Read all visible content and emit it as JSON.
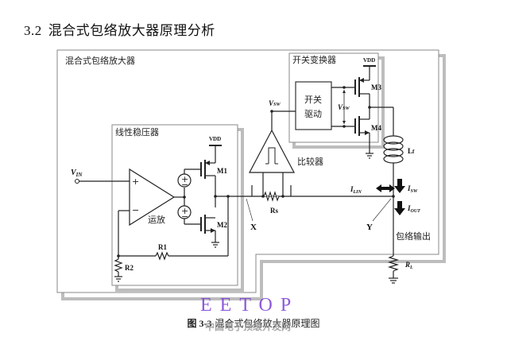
{
  "heading": {
    "number": "3.2",
    "title": "混合式包络放大器原理分析"
  },
  "blocks": {
    "outer": "混合式包络放大器",
    "linear_regulator": "线性稳压器",
    "switching_converter": "开关变换器",
    "switch_driver_line1": "开关",
    "switch_driver_line2": "驱动",
    "comparator": "比较器",
    "opamp": "运放",
    "envelope_output": "包络输出"
  },
  "labels": {
    "vin": "V",
    "vin_sub": "IN",
    "vdd_top": "VDD",
    "vdd_lin": "VDD",
    "m1": "M1",
    "m2": "M2",
    "m3": "M3",
    "m4": "M4",
    "r1": "R1",
    "r2": "R2",
    "rs": "Rs",
    "rl": "R",
    "rl_sub": "L",
    "lf": "L",
    "lf_sub": "f",
    "vsw_comp": "V",
    "vsw_comp_sub": "SW",
    "vsw_gate": "V",
    "vsw_gate_sub": "SW",
    "ilin": "I",
    "ilin_sub": "LIN",
    "isw": "I",
    "isw_sub": "SW",
    "iout": "I",
    "iout_sub": "OUT",
    "node_x": "X",
    "node_y": "Y",
    "plus": "+",
    "minus": "−"
  },
  "caption": {
    "figure": "图 3-3",
    "text": "混合式包络放大器原理图"
  },
  "watermark": {
    "brand": "EETOP",
    "sub": "中国电子顶级开发网"
  }
}
